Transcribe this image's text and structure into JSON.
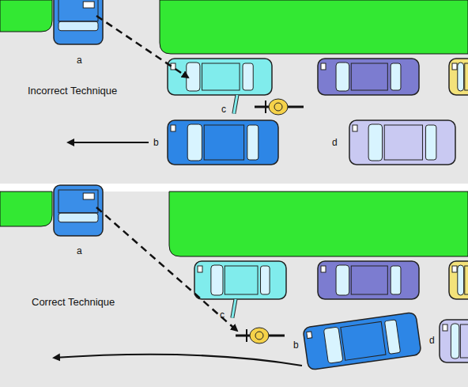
{
  "diagram": {
    "labels": [
      "a",
      "Incorrect Technique",
      "c",
      "b",
      "d",
      "a",
      "Correct Technique",
      "c",
      "b",
      "d"
    ]
  }
}
